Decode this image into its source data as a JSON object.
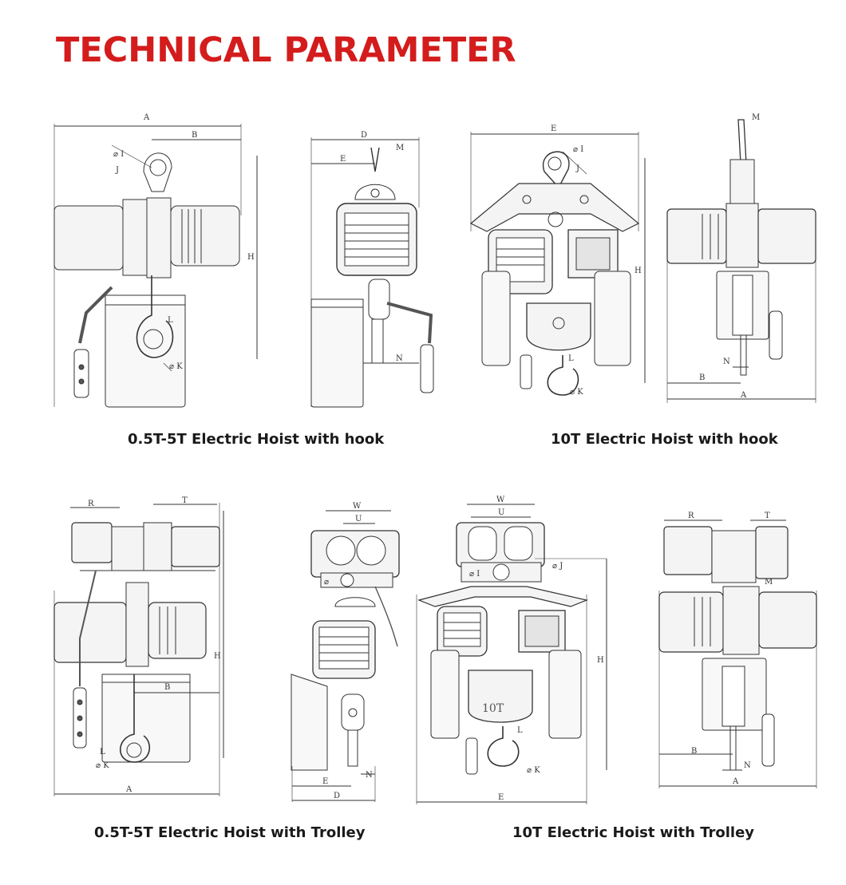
{
  "title": "TECHNICAL PARAMETER",
  "colors": {
    "title": "#d41c1c",
    "line": "#333333",
    "fill": "#f4f4f4",
    "dark": "#555555"
  },
  "captions": {
    "hook_small": "0.5T-5T Electric Hoist with hook",
    "hook_10t": "10T Electric Hoist with hook",
    "trolley_small": "0.5T-5T Electric Hoist with Trolley",
    "trolley_10t": "10T Electric Hoist with Trolley"
  },
  "labels": {
    "A": "A",
    "B": "B",
    "D": "D",
    "E": "E",
    "H": "H",
    "J": "J",
    "L": "L",
    "M": "M",
    "N": "N",
    "R": "R",
    "T": "T",
    "U": "U",
    "W": "W",
    "phiI": "⌀ I",
    "phiK": "⌀ K",
    "phi": "⌀",
    "ten_t": "10T"
  }
}
